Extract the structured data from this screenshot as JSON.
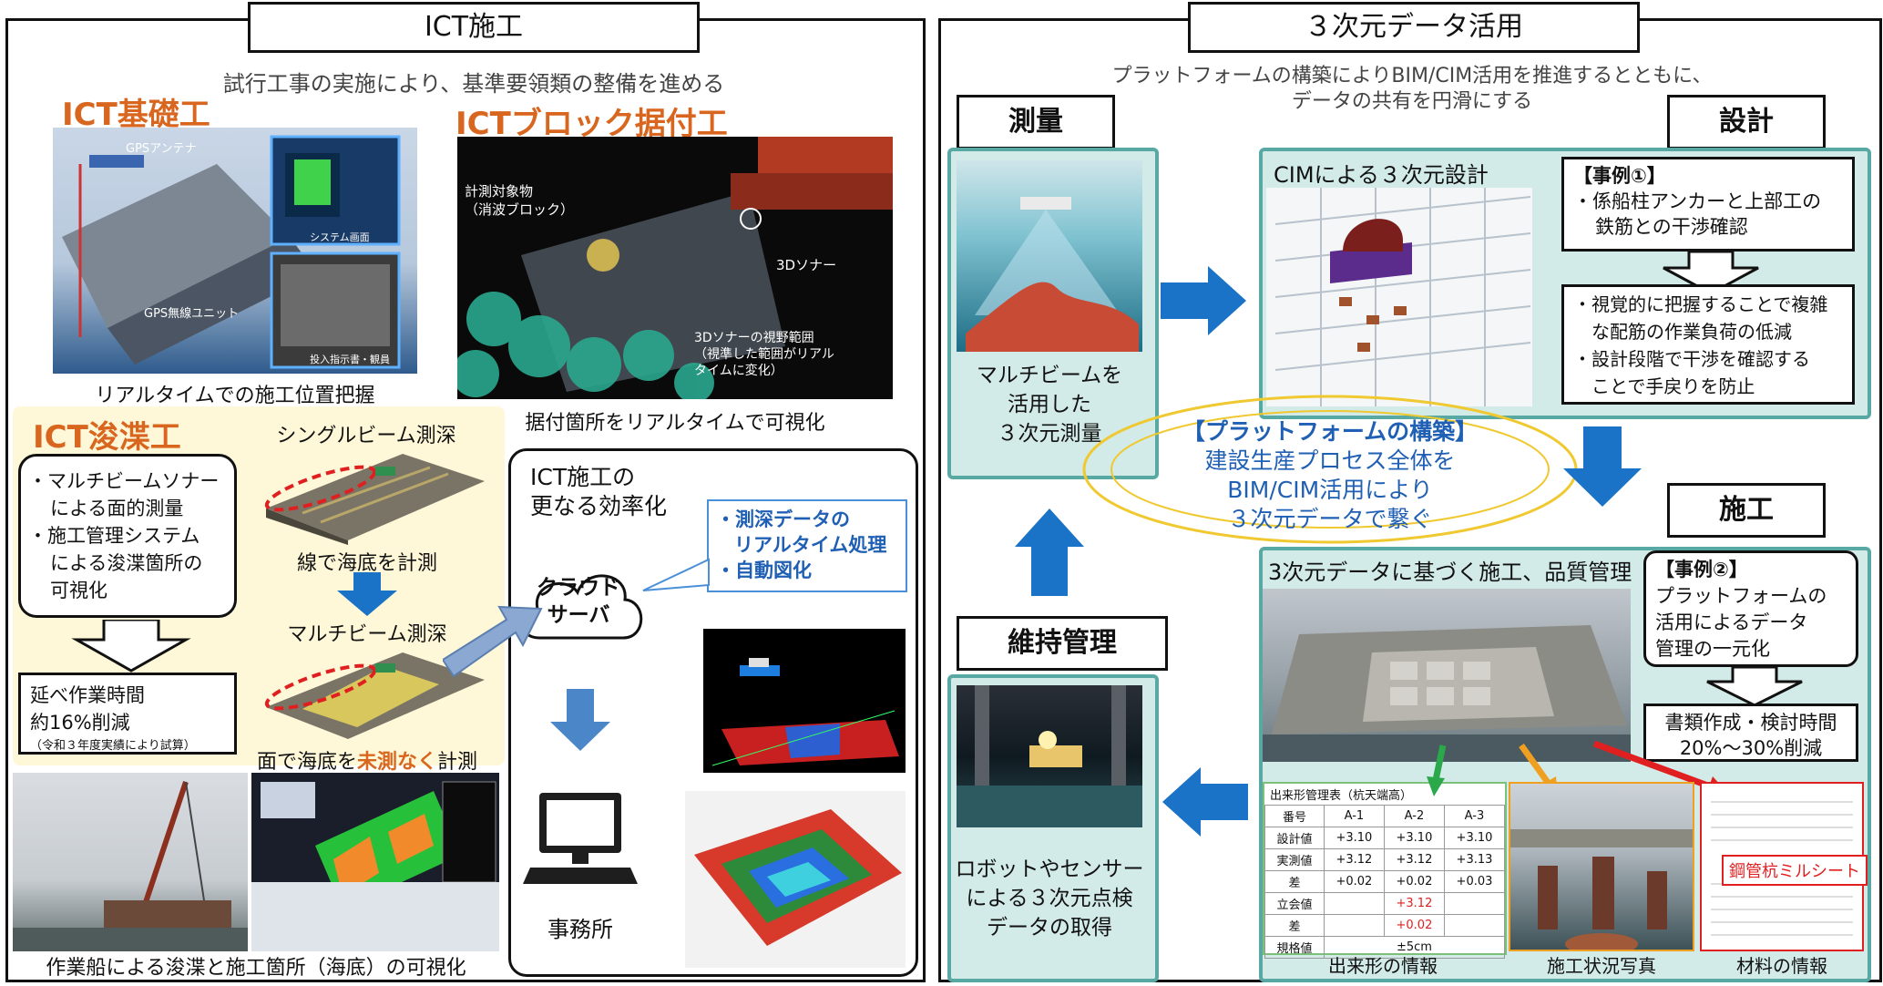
{
  "left": {
    "title": "ICT施工",
    "subtitle": "試行工事の実施により、基準要領類の整備を進める",
    "foundation": {
      "heading": "ICT基礎工",
      "gps_antenna": "GPSアンテナ",
      "system_screen": "システム画面",
      "gps_unit": "GPS無線ユニット",
      "instruction": "投入指示書・観員",
      "caption": "リアルタイムでの施工位置把握"
    },
    "block": {
      "heading": "ICTブロック据付工",
      "target": "計測対象物\n（消波ブロック）",
      "sonar": "3Dソナー",
      "range": "3Dソナーの視野範囲\n（視準した範囲がリアル\nタイムに変化）",
      "caption": "据付箇所をリアルタイムで可視化"
    },
    "dredge": {
      "heading": "ICT浚渫工",
      "bullets": [
        "・マルチビームソナー",
        "による面的測量",
        "・施工管理システム",
        "による浚渫箇所の",
        "可視化"
      ],
      "result_line1": "延べ作業時間",
      "result_line2": "約16%削減",
      "result_note": "（令和３年度実績により試算）",
      "single_title": "シングルビーム測深",
      "single_caption": "線で海底を計測",
      "multi_title": "マルチビーム測深",
      "multi_caption_pre": "面で海底を",
      "multi_caption_em": "未測なく",
      "multi_caption_post": "計測",
      "bottom_caption": "作業船による浚渫と施工箇所（海底）の可視化"
    },
    "cloud": {
      "title_line1": "ICT施工の",
      "title_line2": "更なる効率化",
      "cloud_label_line1": "クラウド",
      "cloud_label_line2": "サーバ",
      "callout_line1": "・測深データの",
      "callout_line2": "リアルタイム処理",
      "callout_line3": "・自動図化",
      "office": "事務所"
    }
  },
  "right": {
    "title": "３次元データ活用",
    "subtitle_line1": "プラットフォームの構築によりBIM/CIM活用を推進するとともに、",
    "subtitle_line2": "データの共有を円滑にする",
    "survey": {
      "label": "測量",
      "text": [
        "マルチビームを",
        "活用した",
        "３次元測量"
      ]
    },
    "design": {
      "label": "設計",
      "cim_title": "CIMによる３次元設計",
      "case_title": "【事例①】",
      "case_lines": [
        "・係船柱アンカーと上部工の",
        "鉄筋との干渉確認"
      ],
      "effect_lines": [
        "・視覚的に把握することで複雑",
        "な配筋の作業負荷の低減",
        "・設計段階で干渉を確認する",
        "ことで手戻りを防止"
      ]
    },
    "platform": {
      "title": "【プラットフォームの構築】",
      "lines": [
        "建設生産プロセス全体を",
        "BIM/CIM活用により",
        "３次元データで繋ぐ"
      ]
    },
    "construction": {
      "label": "施工",
      "title": "3次元データに基づく施工、品質管理",
      "case_title": "【事例②】",
      "case_lines": [
        "プラットフォームの",
        "活用によるデータ",
        "管理の一元化"
      ],
      "effect_lines": [
        "書類作成・検討時間",
        "20%～30%削減"
      ],
      "table_title": "出来形管理表（杭天端高）",
      "table_header": [
        "番号",
        "A-1",
        "A-2",
        "A-3"
      ],
      "table_rows": [
        [
          "設計値",
          "+3.10",
          "+3.10",
          "+3.10"
        ],
        [
          "実測値",
          "+3.12",
          "+3.12",
          "+3.13"
        ],
        [
          "差",
          "+0.02",
          "+0.02",
          "+0.03"
        ],
        [
          "立会値",
          "",
          "+3.12",
          ""
        ],
        [
          "差",
          "",
          "+0.02",
          ""
        ],
        [
          "規格値",
          "",
          "±5cm",
          ""
        ]
      ],
      "cap_form": "出来形の情報",
      "cap_photo": "施工状況写真",
      "cap_material": "材料の情報",
      "mill_sheet": "鋼管杭ミルシート"
    },
    "maintenance": {
      "label": "維持管理",
      "text": [
        "ロボットやセンサー",
        "による３次元点検",
        "データの取得"
      ]
    }
  },
  "colors": {
    "accent_orange": "#d9661f",
    "arrow_blue": "#1a73c6",
    "teal_bg": "#d2ebe8",
    "teal_border": "#58a9a3",
    "cream_bg": "#fff8d8",
    "red": "#e02020"
  }
}
